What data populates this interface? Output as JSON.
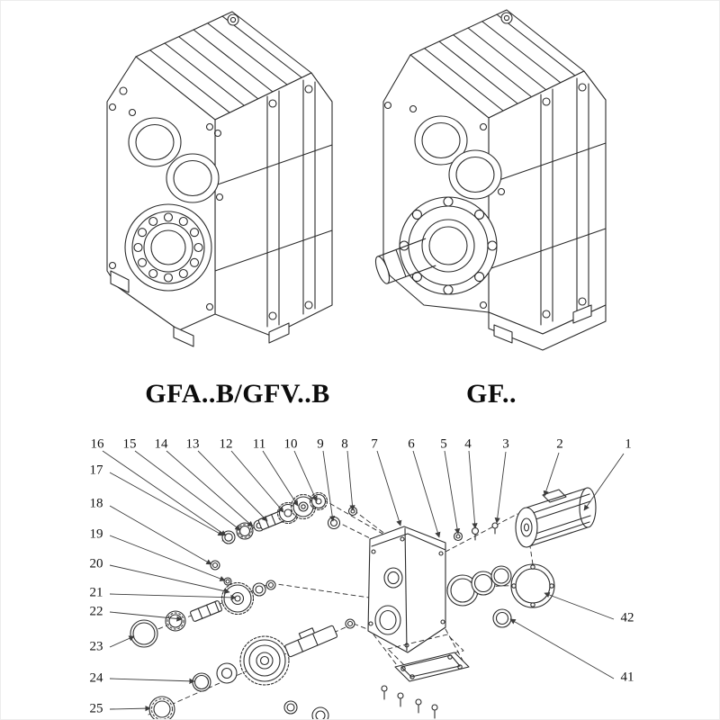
{
  "colors": {
    "line": "#2b2b2b",
    "background": "#ffffff"
  },
  "models": [
    {
      "id": "gfab-gfvb",
      "label": "GFA..B/GFV..B"
    },
    {
      "id": "gf",
      "label": "GF.."
    }
  ],
  "exploded_view": {
    "top_labels": [
      "16",
      "15",
      "14",
      "13",
      "12",
      "11",
      "10",
      "9",
      "8",
      "7",
      "6",
      "5",
      "4",
      "3",
      "2",
      "1"
    ],
    "left_labels": [
      "17",
      "18",
      "19",
      "20",
      "21",
      "22",
      "23",
      "24",
      "25"
    ],
    "right_labels": [
      "42",
      "41"
    ]
  }
}
